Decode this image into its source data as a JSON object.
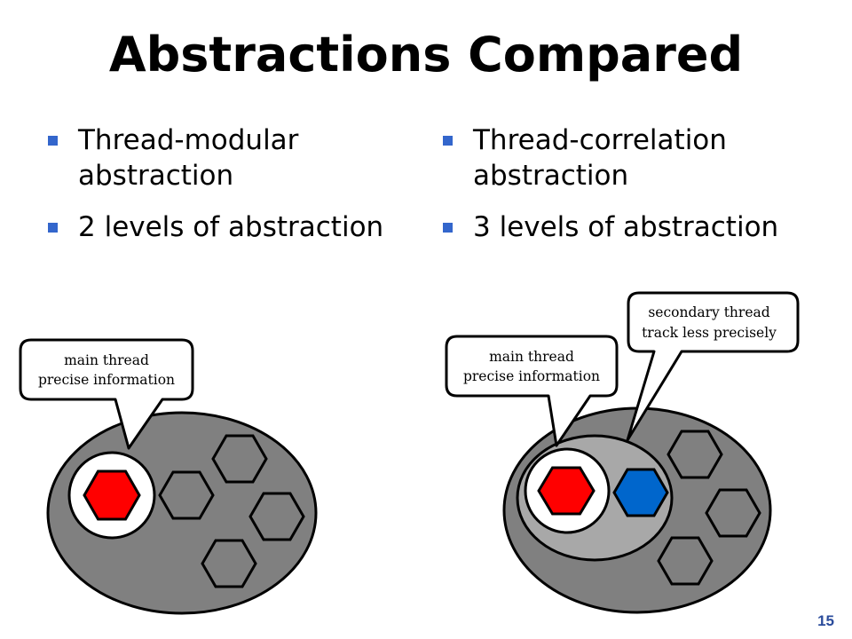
{
  "slide": {
    "title": "Abstractions Compared",
    "page_number": "15"
  },
  "left": {
    "bullets": [
      "Thread-modular abstraction",
      "2 levels of abstraction"
    ],
    "callout": {
      "line1": "main thread",
      "line2": "precise information"
    }
  },
  "right": {
    "bullets": [
      "Thread-correlation abstraction",
      "3 levels of abstraction"
    ],
    "callout_main": {
      "line1": "main thread",
      "line2": "precise information"
    },
    "callout_secondary": {
      "line1": "secondary thread",
      "line2": "track less precisely"
    }
  },
  "colors": {
    "bullet": "#3366cc",
    "outer_ellipse": "#808080",
    "inner_ellipse": "#a8a8a8",
    "main_thread": "#ff0000",
    "secondary_thread": "#0066cc",
    "other_threads": "#808080",
    "page_number": "#2b4c9c"
  }
}
